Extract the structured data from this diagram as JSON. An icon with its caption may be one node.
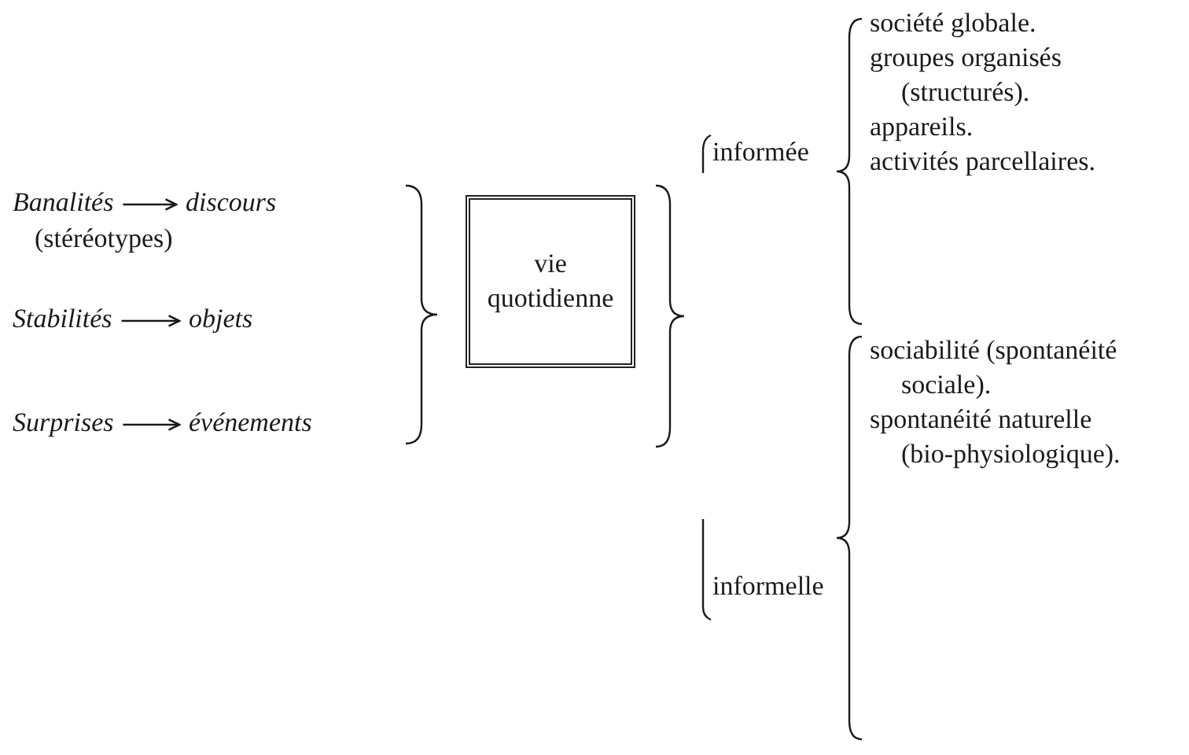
{
  "diagram": {
    "nodes": [
      {
        "text": [
          "Banalités"
        ]
      },
      {
        "text": [
          "discours"
        ]
      },
      {
        "text": [
          "Stabilités"
        ]
      },
      {
        "text": [
          "objets"
        ]
      },
      {
        "text": [
          "Surprises"
        ]
      },
      {
        "text": [
          "événements"
        ]
      },
      {
        "text": [
          "vie quotidienne"
        ]
      }
    ],
    "edges": [
      {
        "from": 0,
        "to": 1,
        "arrow": "to"
      },
      {
        "from": 2,
        "to": 3,
        "arrow": "to"
      },
      {
        "from": 4,
        "to": 5,
        "arrow": "to"
      }
    ],
    "labels": [
      "(stéréotypes)",
      "informée",
      "société globale.",
      "groupes organisés (structurés).",
      "appareils.",
      "activités parcellaires.",
      "informelle",
      "sociabilité (spontanéité sociale).",
      "spontanéité naturelle (bio-physiologique)."
    ]
  }
}
